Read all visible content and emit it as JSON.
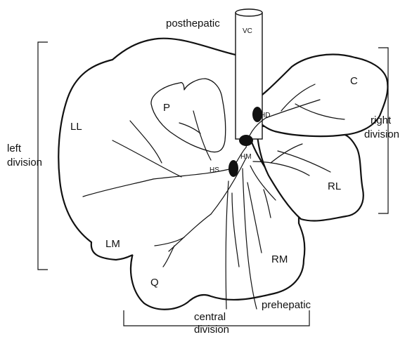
{
  "labels": {
    "posthepatic": "posthepatic",
    "vc": "VC",
    "lobe_ll": "LL",
    "lobe_p": "P",
    "lobe_c": "C",
    "lobe_rl": "RL",
    "lobe_lm": "LM",
    "lobe_rm": "RM",
    "lobe_q": "Q",
    "hd": "HD",
    "hm": "HM",
    "hs": "HS",
    "left_division_1": "left",
    "left_division_2": "division",
    "right_division_1": "right",
    "right_division_2": "division",
    "central_division_1": "central",
    "central_division_2": "division",
    "prehepatic": "prehepatic"
  }
}
